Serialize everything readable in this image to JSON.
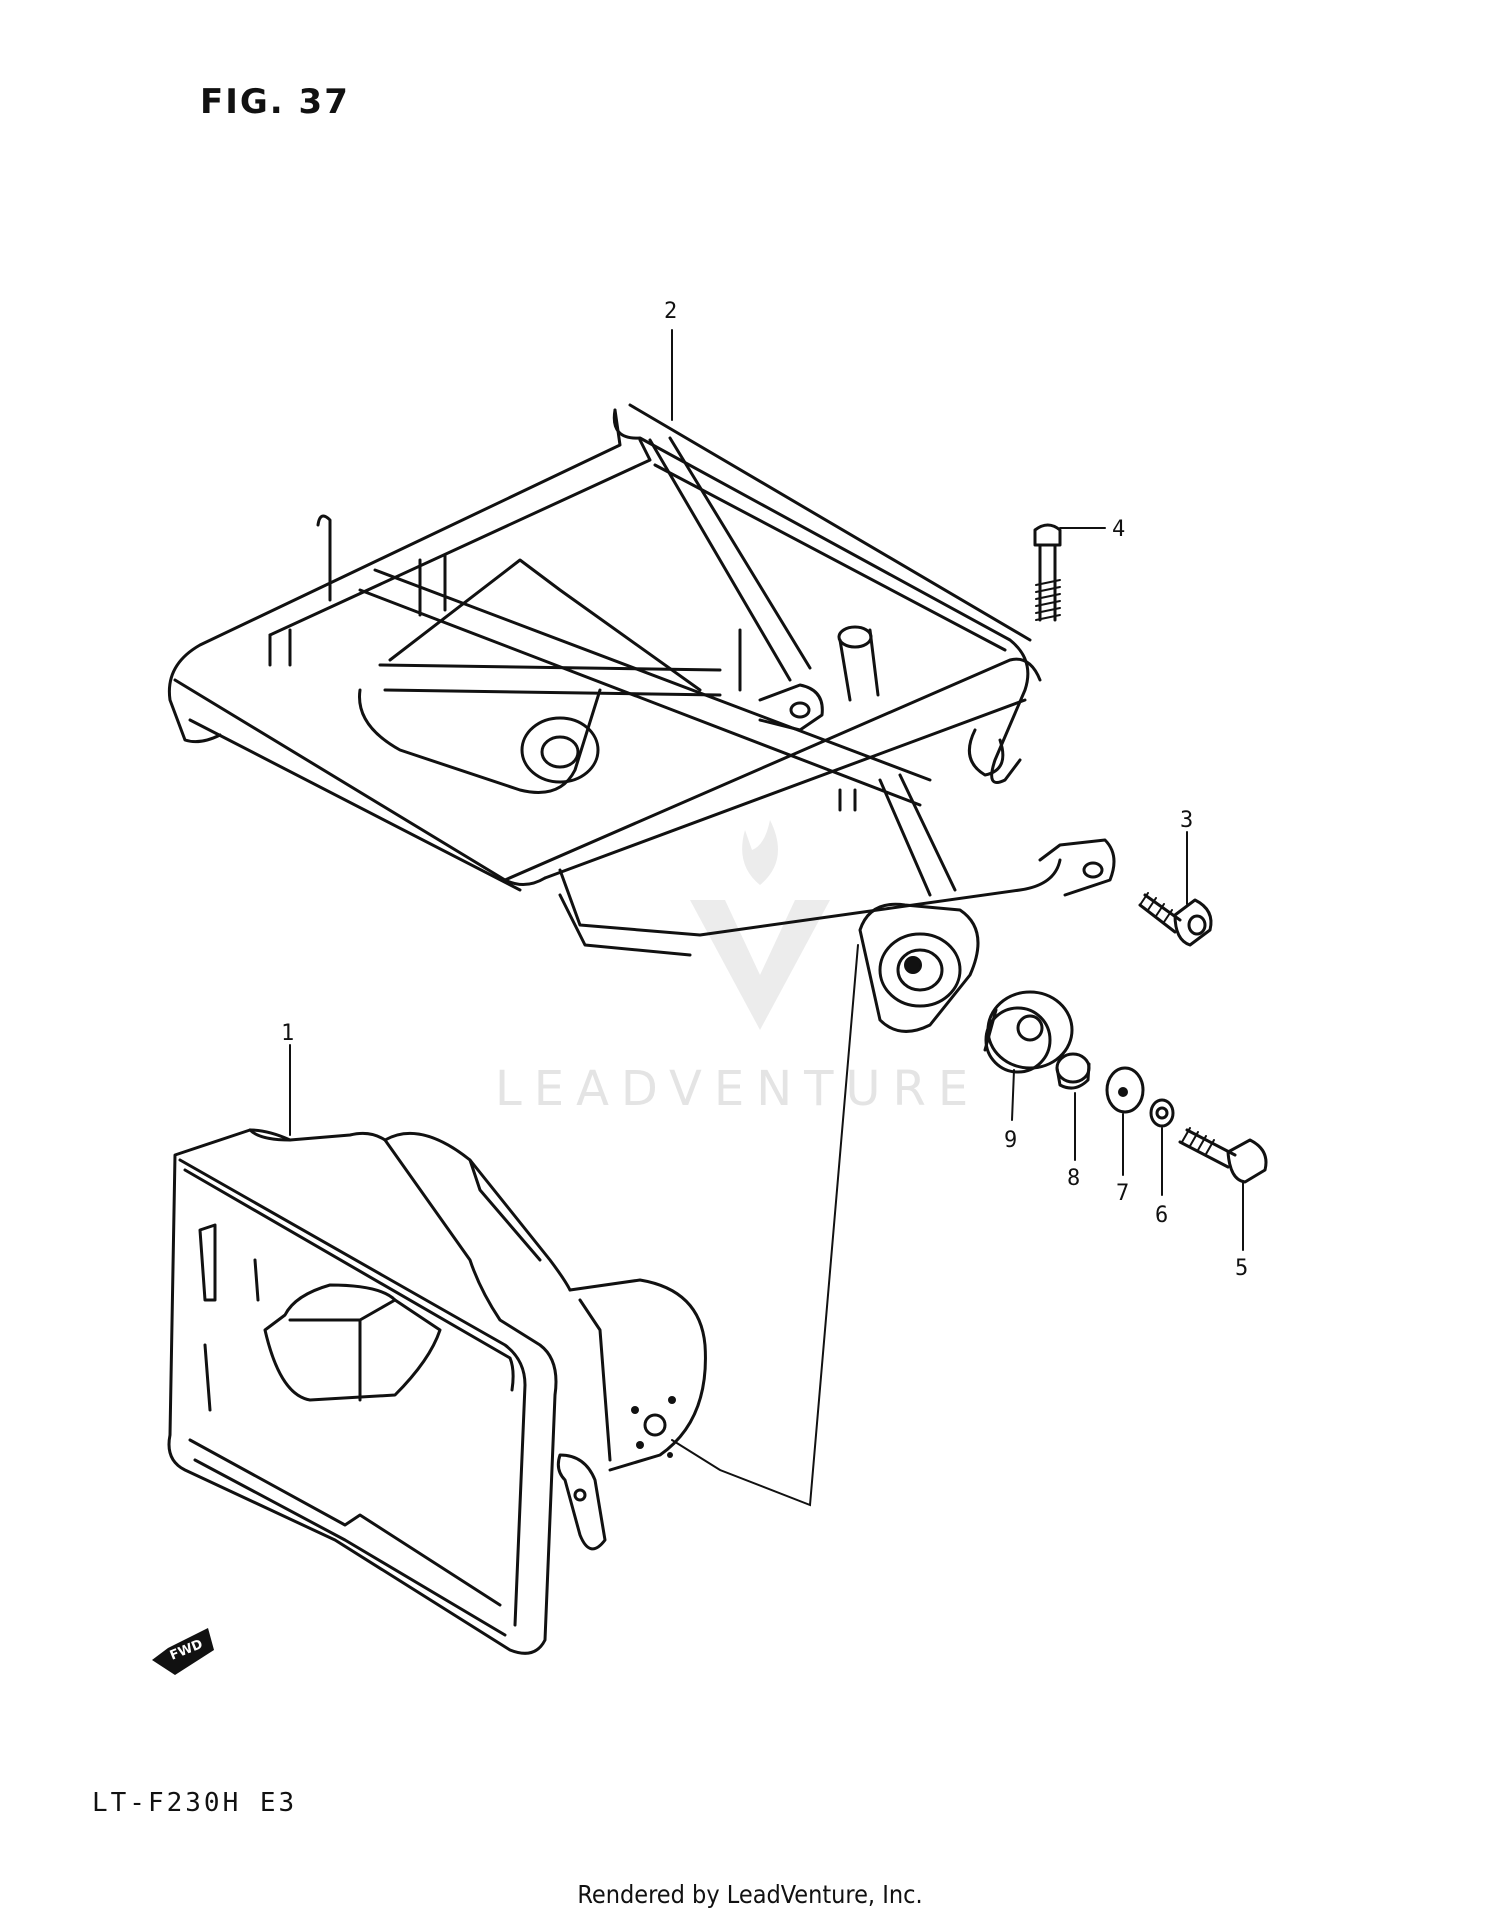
{
  "figure": {
    "title": "FIG. 37",
    "model_code": "LT-F230H  E3",
    "footer": "Rendered by LeadVenture, Inc."
  },
  "watermark": {
    "text": "LEADVENTURE",
    "color": "#e4e4e4"
  },
  "forward_arrow": {
    "label": "FWD"
  },
  "callouts": [
    {
      "id": "1",
      "label": "1"
    },
    {
      "id": "2",
      "label": "2"
    },
    {
      "id": "3",
      "label": "3"
    },
    {
      "id": "4",
      "label": "4"
    },
    {
      "id": "5",
      "label": "5"
    },
    {
      "id": "6",
      "label": "6"
    },
    {
      "id": "7",
      "label": "7"
    },
    {
      "id": "8",
      "label": "8"
    },
    {
      "id": "9",
      "label": "9"
    }
  ]
}
